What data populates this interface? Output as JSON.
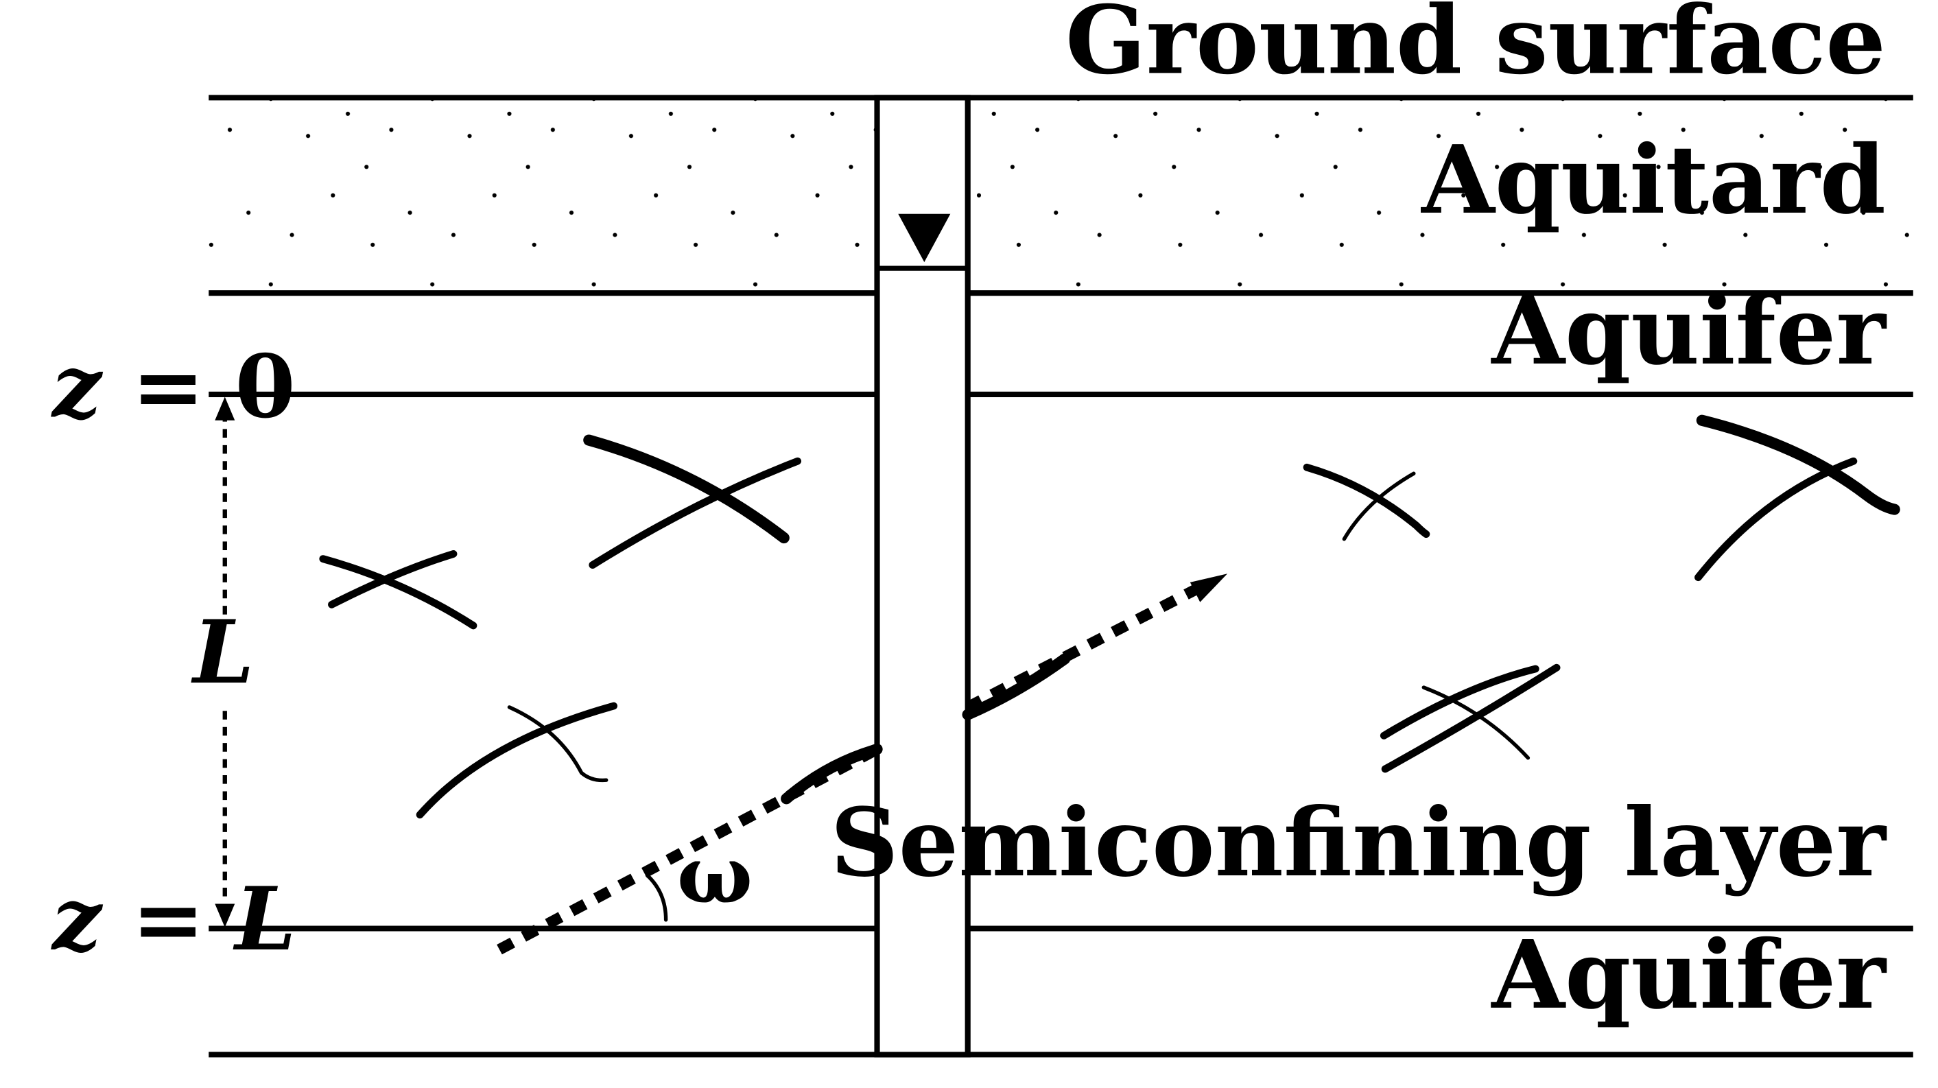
{
  "layers": {
    "ground_surface": "Ground surface",
    "aquitard": "Aquitard",
    "upper_aquifer": "Aquifer",
    "semiconfining_layer": "Semiconfining layer",
    "lower_aquifer": "Aquifer"
  },
  "axis": {
    "z_top_var": "z",
    "z_top_eq": " = 0",
    "z_bottom_var": "z",
    "z_bottom_eq": " = ",
    "z_bottom_val": "L",
    "thickness": "L"
  },
  "angle": {
    "symbol": "ω"
  },
  "icons": {
    "water_level": "water-level-triangle-icon"
  }
}
